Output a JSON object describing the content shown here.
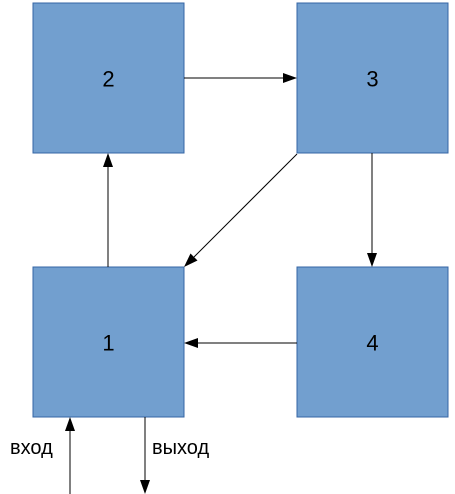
{
  "nodes": [
    {
      "id": "1",
      "label": "1"
    },
    {
      "id": "2",
      "label": "2"
    },
    {
      "id": "3",
      "label": "3"
    },
    {
      "id": "4",
      "label": "4"
    }
  ],
  "edges": [
    {
      "from": "1",
      "to": "2"
    },
    {
      "from": "2",
      "to": "3"
    },
    {
      "from": "3",
      "to": "4"
    },
    {
      "from": "3",
      "to": "1"
    },
    {
      "from": "4",
      "to": "1"
    }
  ],
  "io": {
    "input_label": "вход",
    "output_label": "выход"
  },
  "colors": {
    "box_fill": "#729fcf",
    "box_stroke": "#3465a4",
    "line": "#000000"
  }
}
